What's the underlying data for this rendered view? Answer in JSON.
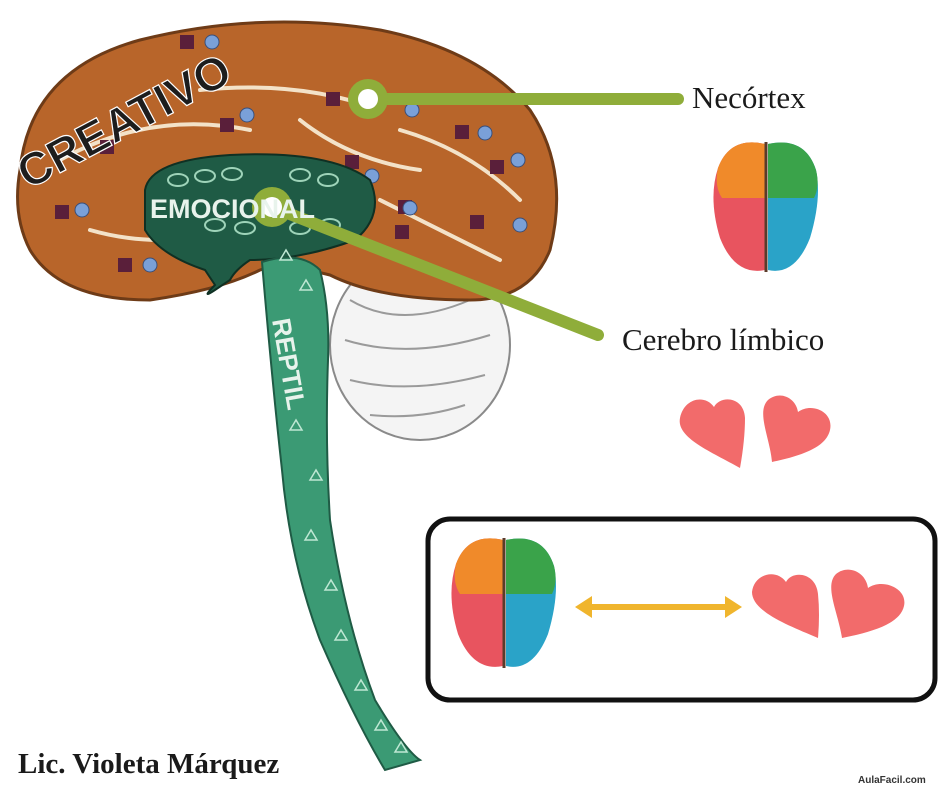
{
  "labels": {
    "neocortex": "Necórtex",
    "limbic": "Cerebro límbico"
  },
  "brain_regions": {
    "creative": "CREATIVO",
    "emotional": "EMOCIONAL",
    "reptilian": "REPTIL"
  },
  "author": "Lic. Violeta Márquez",
  "watermark": "AulaFacil.com",
  "colors": {
    "cortex": "#b8652a",
    "limbic": "#1f5b45",
    "brainstem": "#3b9a74",
    "connector": "#8fad3a",
    "heart": "#f26b6b",
    "arrow": "#f0b52d"
  }
}
